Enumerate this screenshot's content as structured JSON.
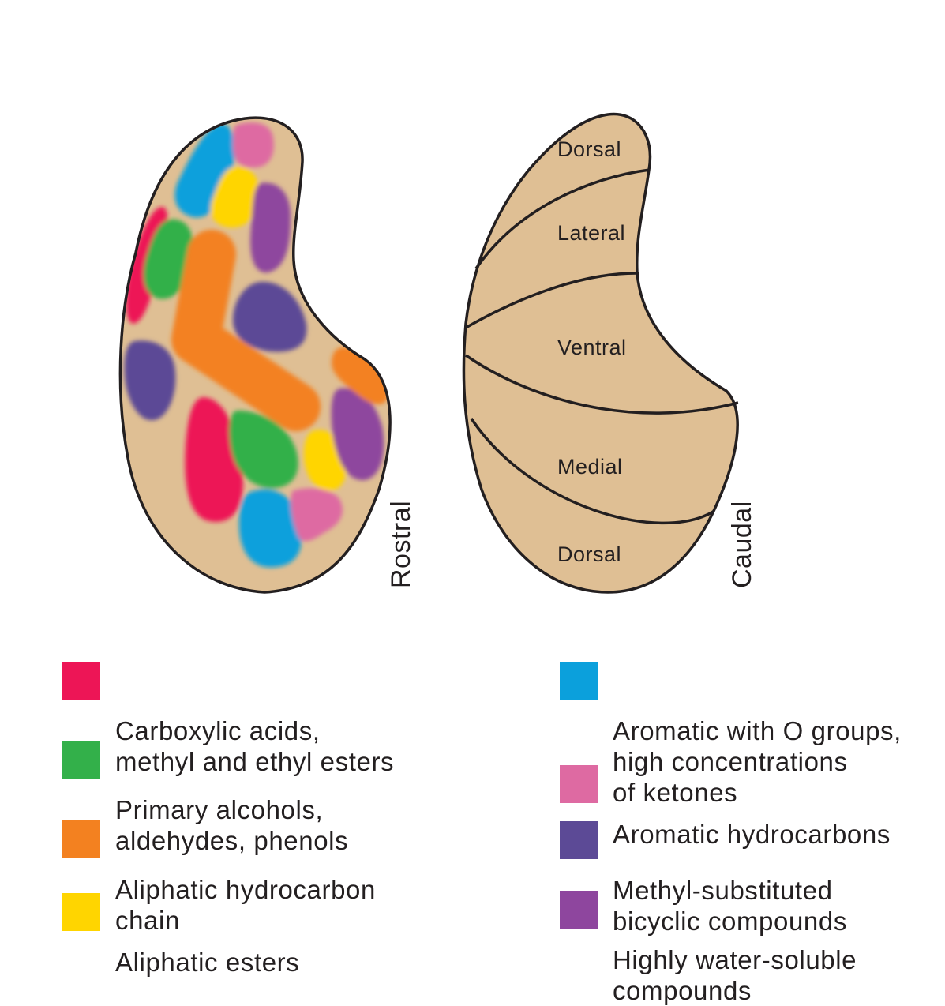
{
  "colors": {
    "bulb_fill": "#dfbf94",
    "outline": "#231f20",
    "red": "#ed1556",
    "green": "#33b04a",
    "orange": "#f38120",
    "yellow": "#ffd500",
    "blue": "#0ba0dc",
    "pink": "#de6aa2",
    "indigo": "#5c4a96",
    "purple": "#8e469e"
  },
  "left_bulb": {
    "side_label": "Rostral"
  },
  "right_bulb": {
    "side_label": "Caudal",
    "regions": [
      "Dorsal",
      "Lateral",
      "Ventral",
      "Medial",
      "Dorsal"
    ]
  },
  "legend": {
    "left": [
      {
        "label": "Carboxylic acids,\nmethyl and ethyl esters",
        "color": "#ed1556"
      },
      {
        "label": "Primary alcohols,\naldehydes, phenols",
        "color": "#33b04a"
      },
      {
        "label": "Aliphatic hydrocarbon\nchain",
        "color": "#f38120"
      },
      {
        "label": "Aliphatic esters",
        "color": "#ffd500"
      }
    ],
    "right": [
      {
        "label": "Aromatic with O groups,\nhigh concentrations\nof ketones",
        "color": "#0ba0dc"
      },
      {
        "label": "Aromatic hydrocarbons",
        "color": "#de6aa2"
      },
      {
        "label": "Methyl-substituted\nbicyclic compounds",
        "color": "#5c4a96"
      },
      {
        "label": "Highly water-soluble\ncompounds",
        "color": "#8e469e"
      }
    ]
  }
}
